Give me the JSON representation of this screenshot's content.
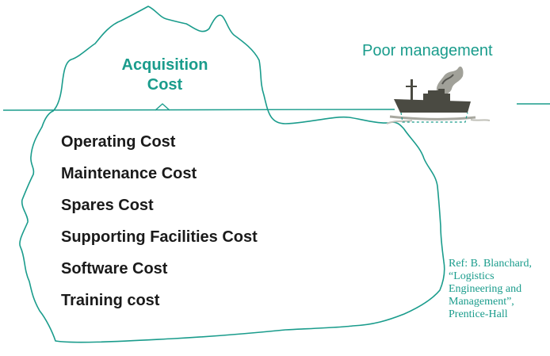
{
  "colors": {
    "teal": "#1a9c8c",
    "text": "#1a1a1a",
    "ship": "#4a4a42"
  },
  "iceberg_tip": {
    "line1": "Acquisition",
    "line2": "Cost"
  },
  "poor_management": "Poor management",
  "hidden_costs": [
    "Operating Cost",
    "Maintenance Cost",
    "Spares Cost",
    "Supporting Facilities Cost",
    "Software Cost",
    "Training cost"
  ],
  "reference": [
    "Ref: B. Blanchard,",
    "“Logistics",
    "Engineering and",
    "Management”,",
    "Prentice-Hall"
  ],
  "icons": {
    "ship": "ship-icon"
  }
}
